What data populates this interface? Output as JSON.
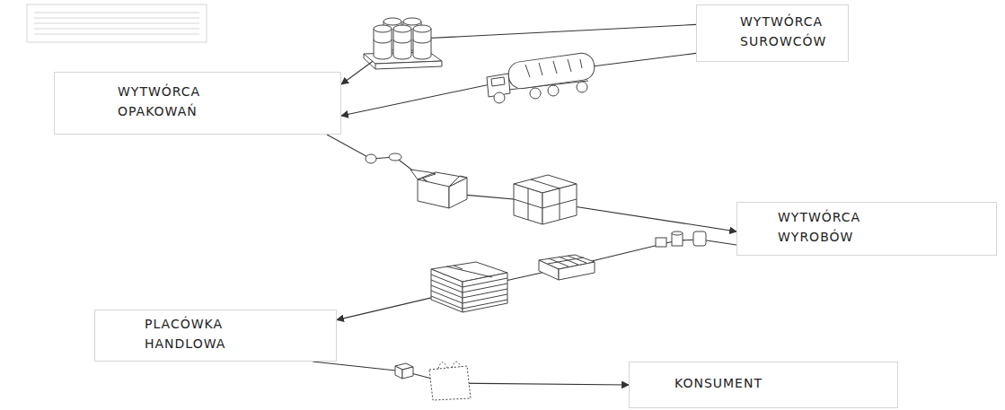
{
  "diagram": {
    "nodes": [
      {
        "text": [
          "WYTWÓRCA SUROWCÓW"
        ]
      },
      {
        "text": [
          "WYTWÓRCA OPAKOWAŃ"
        ]
      },
      {
        "text": [
          "WYTWÓRCA WYROBÓW"
        ]
      },
      {
        "text": [
          "PLACÓWKA HANDLOWA"
        ]
      },
      {
        "text": [
          "KONSUMENT"
        ]
      }
    ],
    "edges": [
      {
        "from": 0,
        "to": 1,
        "arrow": "to"
      },
      {
        "from": 1,
        "to": 2,
        "arrow": "to"
      },
      {
        "from": 2,
        "to": 3,
        "arrow": "to"
      },
      {
        "from": 3,
        "to": 4,
        "arrow": "to"
      }
    ]
  }
}
